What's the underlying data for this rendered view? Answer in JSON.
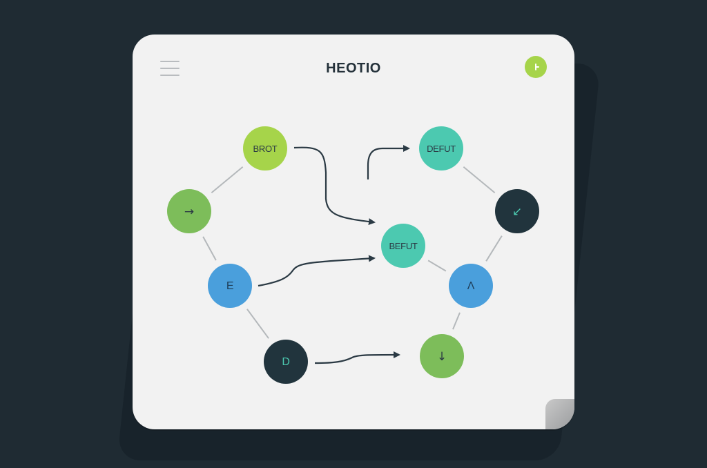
{
  "header": {
    "title": "HEOTIO",
    "menu_icon": "hamburger-menu-icon",
    "add_icon": "add-node-icon"
  },
  "colors": {
    "background": "#1f2b33",
    "card": "#f2f2f2",
    "lime": "#a6d44a",
    "green": "#7dbd5a",
    "teal": "#4cc9b0",
    "blue": "#4a9fdc",
    "dark": "#21343d",
    "connector": "#2b3a44",
    "edge": "#b4b8bb"
  },
  "nodes": [
    {
      "id": "n1",
      "label": "BROT",
      "kind": "text",
      "color": "#a6d44a",
      "text_color": "#2b3a44"
    },
    {
      "id": "n2",
      "label": "→",
      "kind": "glyph",
      "color": "#7dbd5a",
      "text_color": "#2b3a44"
    },
    {
      "id": "n3",
      "label": "E",
      "kind": "text",
      "color": "#4a9fdc",
      "text_color": "#1f3e59"
    },
    {
      "id": "n4",
      "label": "D",
      "kind": "text",
      "color": "#21343d",
      "text_color": "#4cc9b0"
    },
    {
      "id": "n5",
      "label": "DEFUT",
      "kind": "text",
      "color": "#4cc9b0",
      "text_color": "#2b3a44"
    },
    {
      "id": "n6",
      "label": "↙",
      "kind": "glyph",
      "color": "#21343d",
      "text_color": "#4cc9b0"
    },
    {
      "id": "n7",
      "label": "BEFUT",
      "kind": "text",
      "color": "#4cc9b0",
      "text_color": "#2b3a44"
    },
    {
      "id": "n8",
      "label": "Λ",
      "kind": "text",
      "color": "#4a9fdc",
      "text_color": "#1f3e59"
    },
    {
      "id": "n9",
      "label": "↓",
      "kind": "glyph",
      "color": "#7dbd5a",
      "text_color": "#2b3a44"
    }
  ],
  "edges": [
    {
      "from": "n1",
      "to": "n2",
      "style": "line"
    },
    {
      "from": "n2",
      "to": "n3",
      "style": "line"
    },
    {
      "from": "n3",
      "to": "n4",
      "style": "line"
    },
    {
      "from": "n5",
      "to": "n6",
      "style": "line"
    },
    {
      "from": "n6",
      "to": "n8",
      "style": "line"
    },
    {
      "from": "n7",
      "to": "n8",
      "style": "line"
    },
    {
      "from": "n8",
      "to": "n9",
      "style": "line"
    },
    {
      "from": "n1",
      "to": "n7",
      "style": "arrow"
    },
    {
      "from": "n3",
      "to": "n7",
      "style": "arrow"
    },
    {
      "from": "n4",
      "to": "n9",
      "style": "arrow"
    },
    {
      "from": "n7",
      "to": "n5",
      "style": "arrow"
    }
  ]
}
